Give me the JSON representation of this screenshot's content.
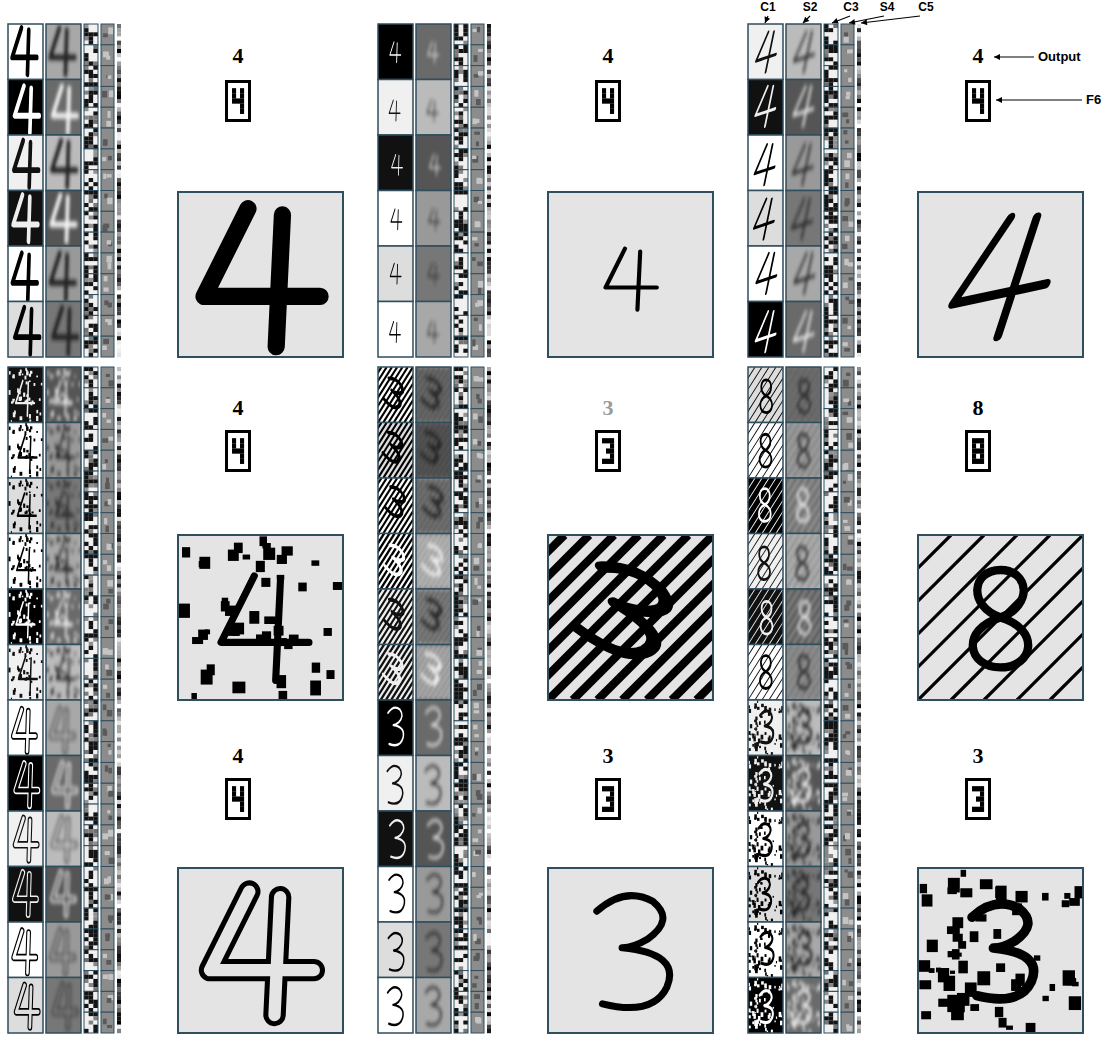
{
  "diagram": {
    "labels": [
      "C1",
      "S2",
      "C3",
      "S4",
      "C5",
      "4",
      "4",
      "4",
      "Output",
      "F6",
      "4",
      "3",
      "8",
      "4",
      "3",
      "3"
    ]
  }
}
